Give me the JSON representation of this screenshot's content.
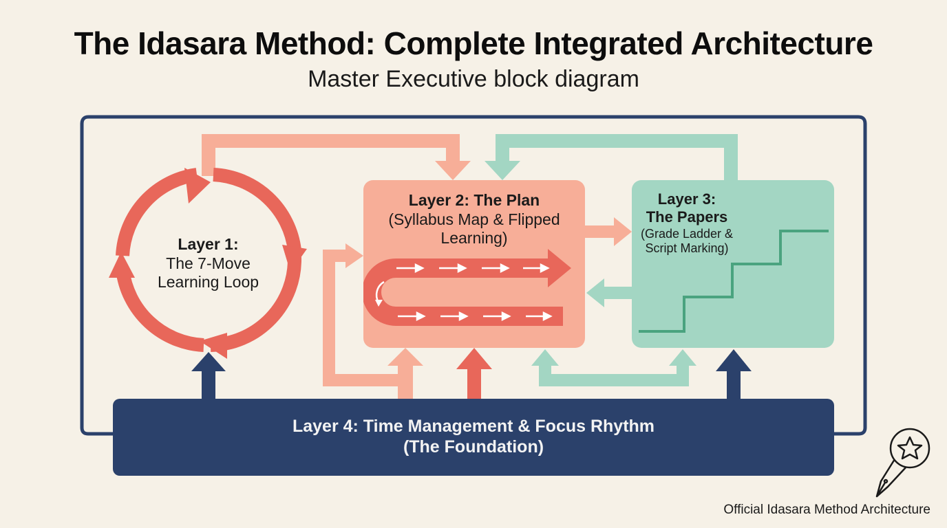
{
  "header": {
    "title": "The Idasara Method: Complete Integrated Architecture",
    "subtitle": "Master Executive block diagram"
  },
  "layers": {
    "layer1": {
      "heading": "Layer 1:",
      "line1": "The 7-Move",
      "line2": "Learning Loop"
    },
    "layer2": {
      "heading": "Layer 2: The Plan",
      "line1": "(Syllabus Map & Flipped",
      "line2": "Learning)"
    },
    "layer3": {
      "heading1": "Layer 3:",
      "heading2": "The Papers",
      "line1": "(Grade Ladder &",
      "line2": "Script Marking)"
    },
    "layer4": {
      "line1": "Layer 4: Time Management & Focus Rhythm",
      "line2": "(The Foundation)"
    }
  },
  "footer": {
    "text": "Official Idasara Method Architecture"
  },
  "icons": {
    "logo": "pen-nib-star-icon"
  },
  "colors": {
    "background": "#f6f1e7",
    "navy": "#2b416b",
    "coral": "#e8675a",
    "salmon": "#f7ae98",
    "mint": "#a3d6c3",
    "teal": "#4aa37f"
  }
}
